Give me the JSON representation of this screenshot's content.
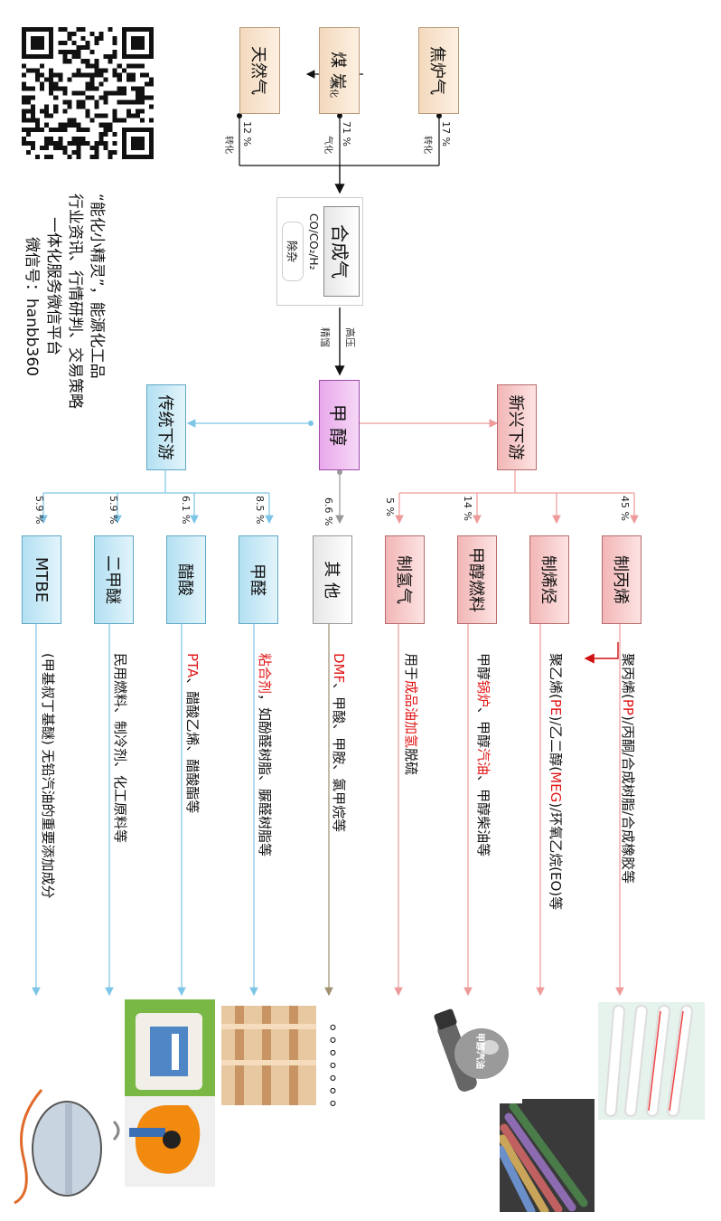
{
  "sources": {
    "gas": {
      "label": "天然气",
      "pct": "12 %",
      "method": "转化"
    },
    "coal": {
      "label": "煤 炭",
      "pct": "71 %",
      "method": "气化"
    },
    "coke": {
      "label": "焦炉气",
      "pct": "17 %",
      "method": "转化"
    },
    "coal_to_coke": "焦化"
  },
  "syngas": {
    "label": "合成气",
    "formula": "CO/CO₂/H₂",
    "impurity": "除杂"
  },
  "synthesis": {
    "top": "高压",
    "bottom": "精馏"
  },
  "methanol": "甲 醇",
  "new_downstream": {
    "label": "新兴下游",
    "items": [
      {
        "label": "制丙烯",
        "pct": "45 %",
        "parts": [
          {
            "t": "聚丙烯("
          },
          {
            "t": "PP",
            "red": true
          },
          {
            "t": ")/丙酮/合成树脂/合成橡胶等"
          }
        ]
      },
      {
        "label": "制烯烃",
        "pct": "",
        "parts": [
          {
            "t": "聚乙烯("
          },
          {
            "t": "PE",
            "red": true
          },
          {
            "t": ")/乙二醇("
          },
          {
            "t": "MEG",
            "red": true
          },
          {
            "t": ")/环氧乙烷(EO)等"
          }
        ]
      },
      {
        "label": "甲醇燃料",
        "pct": "14 %",
        "parts": [
          {
            "t": "甲醇"
          },
          {
            "t": "锅炉",
            "red": true
          },
          {
            "t": "、甲醇"
          },
          {
            "t": "汽油",
            "red": true
          },
          {
            "t": "、甲醇柴油等"
          }
        ]
      },
      {
        "label": "制氢气",
        "pct": "5 %",
        "parts": [
          {
            "t": "用于"
          },
          {
            "t": "成品油加氢",
            "red": true
          },
          {
            "t": "脱硫"
          }
        ]
      }
    ]
  },
  "other": {
    "label": "其 他",
    "pct": "6.6 %",
    "parts": [
      {
        "t": "DMF",
        "red": true
      },
      {
        "t": "、甲酸、甲胺、氯甲烷等"
      }
    ]
  },
  "traditional_downstream": {
    "label": "传统下游",
    "items": [
      {
        "label": "甲醛",
        "pct": "8.5 %",
        "parts": [
          {
            "t": "粘合剂",
            "red": true
          },
          {
            "t": "，如酚醛树脂、脲醛树脂等"
          }
        ]
      },
      {
        "label": "醋酸",
        "pct": "6.1 %",
        "parts": [
          {
            "t": "PTA",
            "red": true
          },
          {
            "t": "、醋酸乙烯、醋酸酯等"
          }
        ]
      },
      {
        "label": "二甲醚",
        "pct": "5.9 %",
        "parts": [
          {
            "t": "民用燃料、制冷剂、化工原料等"
          }
        ]
      },
      {
        "label": "MTBE",
        "pct": "5.9 %",
        "parts": [
          {
            "t": "(甲基叔丁基醚) 无铅汽油的重要添加成分"
          }
        ]
      }
    ]
  },
  "dots": "。。。。。。。",
  "slogan": [
    "“能化小精灵”，能源化工品",
    "行业资讯、行情研判、交易策略",
    "一体化服务微信平台",
    "微信号：hanbb360"
  ],
  "image_labels": {
    "fuel_drop": "甲醇汽油"
  },
  "colors": {
    "new": "#ee9a9a",
    "trad": "#7cc5e6",
    "other": "#9e9070",
    "methanol": "#c060c8"
  }
}
